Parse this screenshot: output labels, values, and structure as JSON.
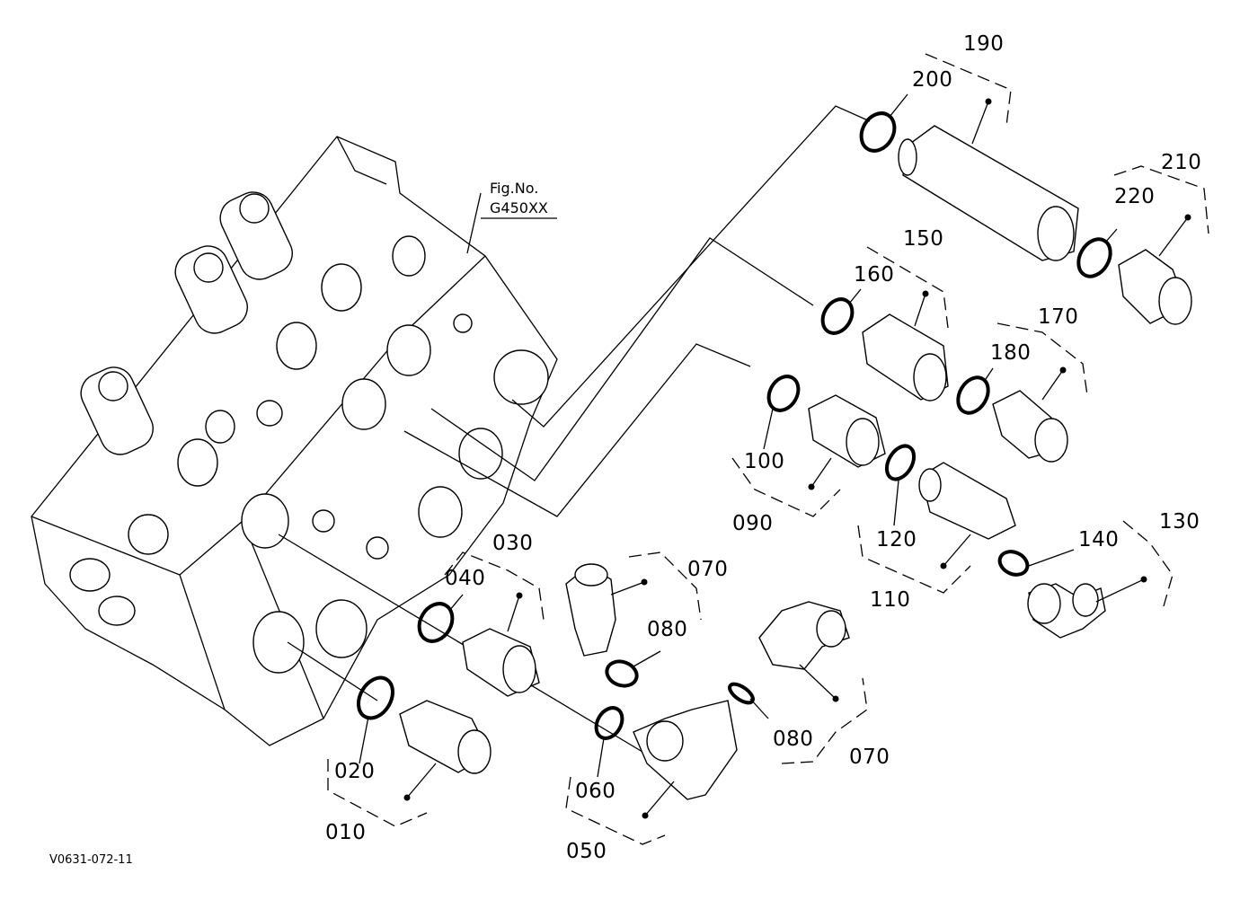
{
  "figure": {
    "fig_label": "Fig.No.",
    "fig_number": "G450XX",
    "drawing_code": "V0631-072-11"
  },
  "callouts": {
    "c010": "010",
    "c020": "020",
    "c030": "030",
    "c040": "040",
    "c050": "050",
    "c060": "060",
    "c070a": "070",
    "c070b": "070",
    "c080a": "080",
    "c080b": "080",
    "c090": "090",
    "c100": "100",
    "c110": "110",
    "c120": "120",
    "c130": "130",
    "c140": "140",
    "c150": "150",
    "c160": "160",
    "c170": "170",
    "c180": "180",
    "c190": "190",
    "c200": "200",
    "c210": "210",
    "c220": "220"
  }
}
